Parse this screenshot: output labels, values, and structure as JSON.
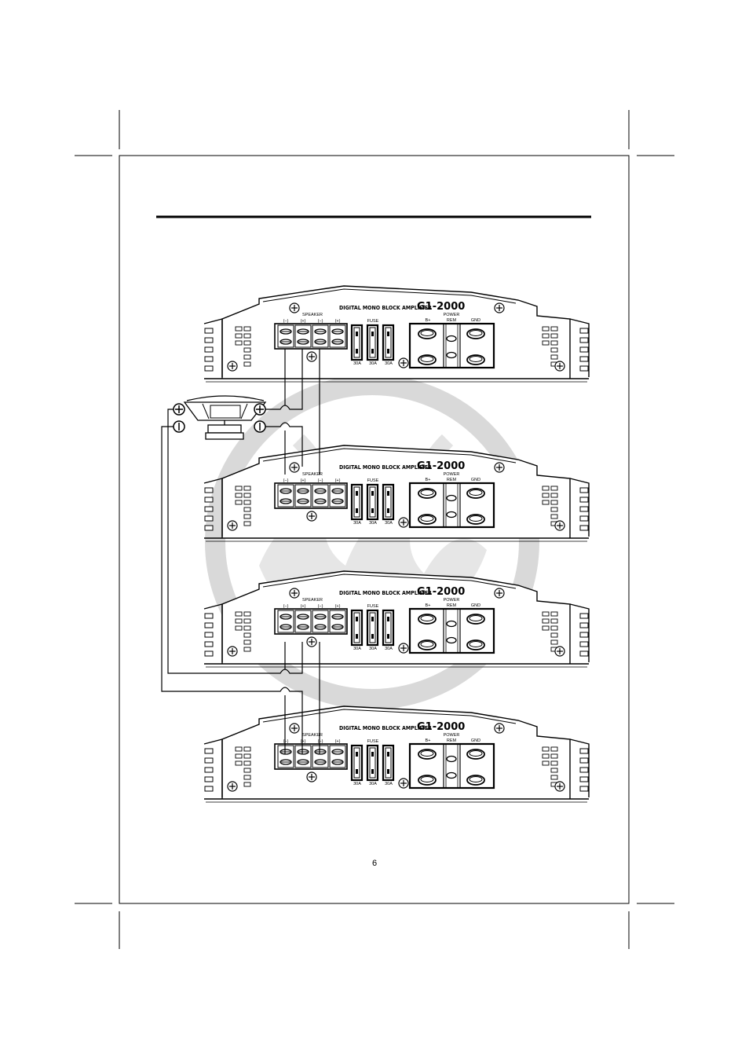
{
  "page_number": "6",
  "amplifier": {
    "title": "DIGITAL MONO BLOCK AMPLIFIER",
    "model": "G1-2000",
    "speaker_label": "SPEAKER",
    "speaker_terminals": [
      "(−)",
      "(+)",
      "(−)",
      "(+)"
    ],
    "fuse_label": "FUSE",
    "fuse_ratings": [
      "30A",
      "30A",
      "30A"
    ],
    "power_label": "POWER",
    "power_terminals": [
      "B+",
      "REM",
      "GND"
    ]
  },
  "amplifier_count": 4,
  "speaker": {
    "polarity_symbols": [
      "plus-symbol",
      "minus-symbol"
    ]
  },
  "colors": {
    "line": "#000000",
    "watermark": "#d9d9d9"
  }
}
